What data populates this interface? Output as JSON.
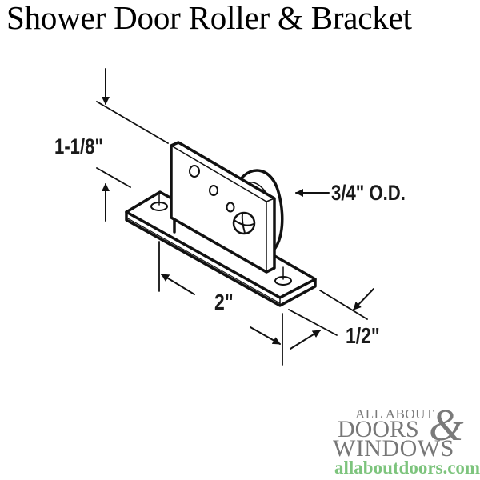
{
  "title": "Shower Door Roller & Bracket",
  "dimensions": {
    "height": "1-1/8\"",
    "roller_od": "3/4\" O.D.",
    "length": "2\"",
    "width": "1/2\""
  },
  "logo": {
    "line1": "ALL ABOUT",
    "line2": "DOORS",
    "ampersand": "&",
    "line3": "WINDOWS",
    "url": "allaboutdoors.com",
    "colors": {
      "text": "#777777",
      "url": "#7dc47d"
    }
  }
}
